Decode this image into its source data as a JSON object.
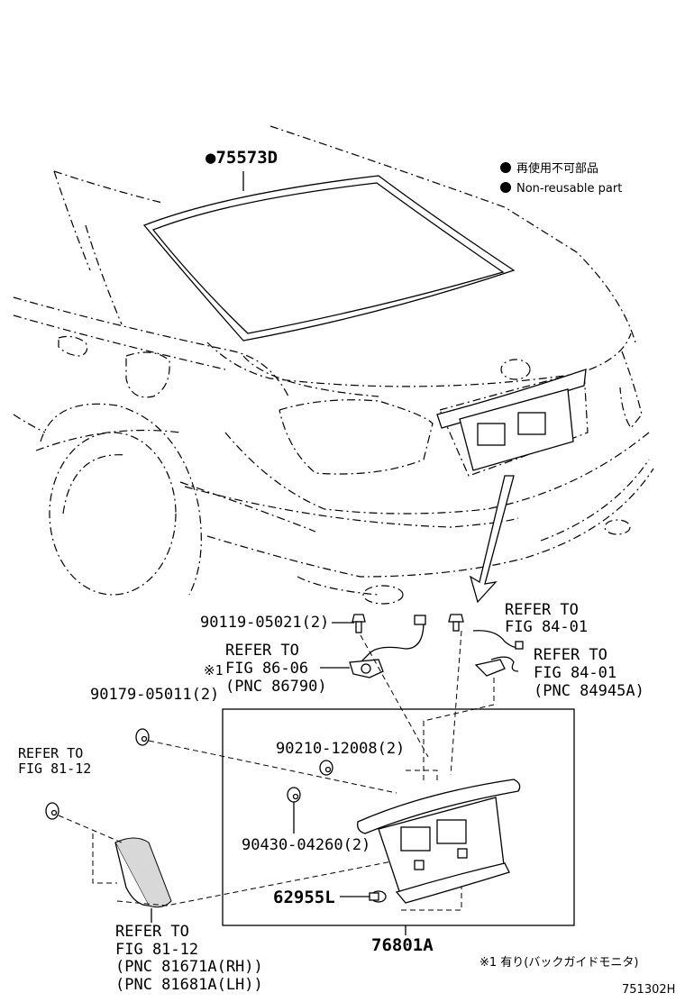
{
  "legend": {
    "items": [
      {
        "label": "再使用不可部品"
      },
      {
        "label": "Non-reusable part"
      }
    ]
  },
  "parts": {
    "seal": "●75573D",
    "bolt_90119": "90119-05021(2)",
    "refer_84_01_a": [
      "REFER TO",
      "FIG 84-01"
    ],
    "refer_86_06": [
      "REFER TO",
      "FIG 86-06",
      "(PNC 86790)"
    ],
    "note_mark": "※1",
    "refer_84_01_b": [
      "REFER TO",
      "FIG 84-01",
      "(PNC 84945A)"
    ],
    "nut_90179": "90179-05011(2)",
    "refer_81_12_a": [
      "REFER TO",
      "FIG 81-12"
    ],
    "nut_90210": "90210-12008(2)",
    "clip_90430": "90430-04260(2)",
    "part_62955": "62955L",
    "refer_81_12_b": [
      "REFER TO",
      "FIG 81-12",
      "(PNC 81671A(RH))",
      "(PNC 81681A(LH))"
    ],
    "garnish": "76801A"
  },
  "footnote": "※1 有り(バックガイドモニタ)",
  "diagram_code": "751302H"
}
